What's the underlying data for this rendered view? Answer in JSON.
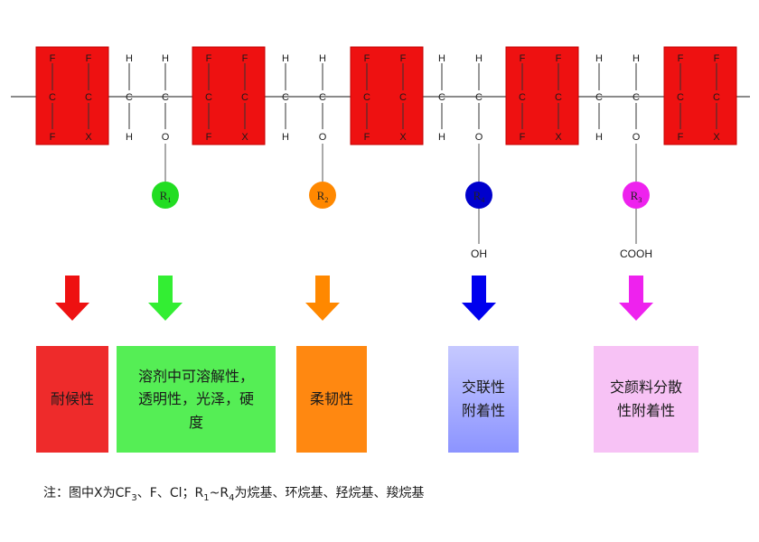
{
  "polymer": {
    "atoms": {
      "C": "C",
      "F": "F",
      "H": "H",
      "X": "X",
      "O": "O"
    },
    "fluoro_unit": {
      "top": [
        "F",
        "F"
      ],
      "bottom": [
        "F",
        "X"
      ]
    },
    "pendant_groups": [
      {
        "base": "R",
        "sub": "1",
        "terminal": "",
        "color": "#22dd22"
      },
      {
        "base": "R",
        "sub": "2",
        "terminal": "",
        "color": "#ff8800"
      },
      {
        "base": "R",
        "sub": "4",
        "terminal": "OH",
        "color": "#0000cc"
      },
      {
        "base": "R",
        "sub": "3",
        "terminal": "COOH",
        "color": "#ee22ee"
      }
    ]
  },
  "arrows": [
    {
      "color": "#ee1111"
    },
    {
      "color": "#33ee33"
    },
    {
      "color": "#ff8800"
    },
    {
      "color": "#0000ee"
    },
    {
      "color": "#ee22ee"
    }
  ],
  "property_boxes": [
    {
      "lines": [
        "耐候性"
      ],
      "bg": "#ee2b2b"
    },
    {
      "lines": [
        "溶剂中可溶解性，",
        "透明性，光泽，硬",
        "度"
      ],
      "bg": "#55ee55"
    },
    {
      "lines": [
        "柔韧性"
      ],
      "bg": "#ff8811"
    },
    {
      "lines": [
        "交联性",
        "附着性"
      ],
      "bg": "#aab0ff"
    },
    {
      "lines": [
        "交颜料分散",
        "性附着性"
      ],
      "bg": "#f7c2f5"
    }
  ],
  "note": {
    "prefix": "注：图中X为CF",
    "sub1": "3",
    "mid": "、F、Cl；R",
    "sub2": "1",
    "tilde": "~R",
    "sub3": "4",
    "suffix": "为烷基、环烷基、羟烷基、羧烷基"
  }
}
